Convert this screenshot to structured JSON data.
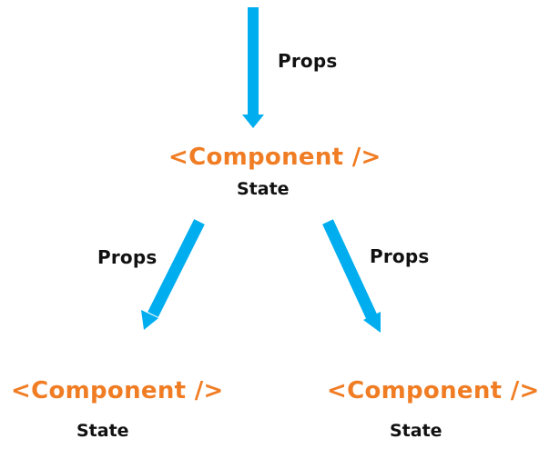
{
  "colors": {
    "arrow": "#00AEEF",
    "component": "#F07D24",
    "text": "#111111"
  },
  "top_arrow": {
    "label": "Props"
  },
  "root": {
    "component": "<Component />",
    "state": "State"
  },
  "left_arrow": {
    "label": "Props"
  },
  "right_arrow": {
    "label": "Props"
  },
  "left_child": {
    "component": "<Component />",
    "state": "State"
  },
  "right_child": {
    "component": "<Component />",
    "state": "State"
  }
}
